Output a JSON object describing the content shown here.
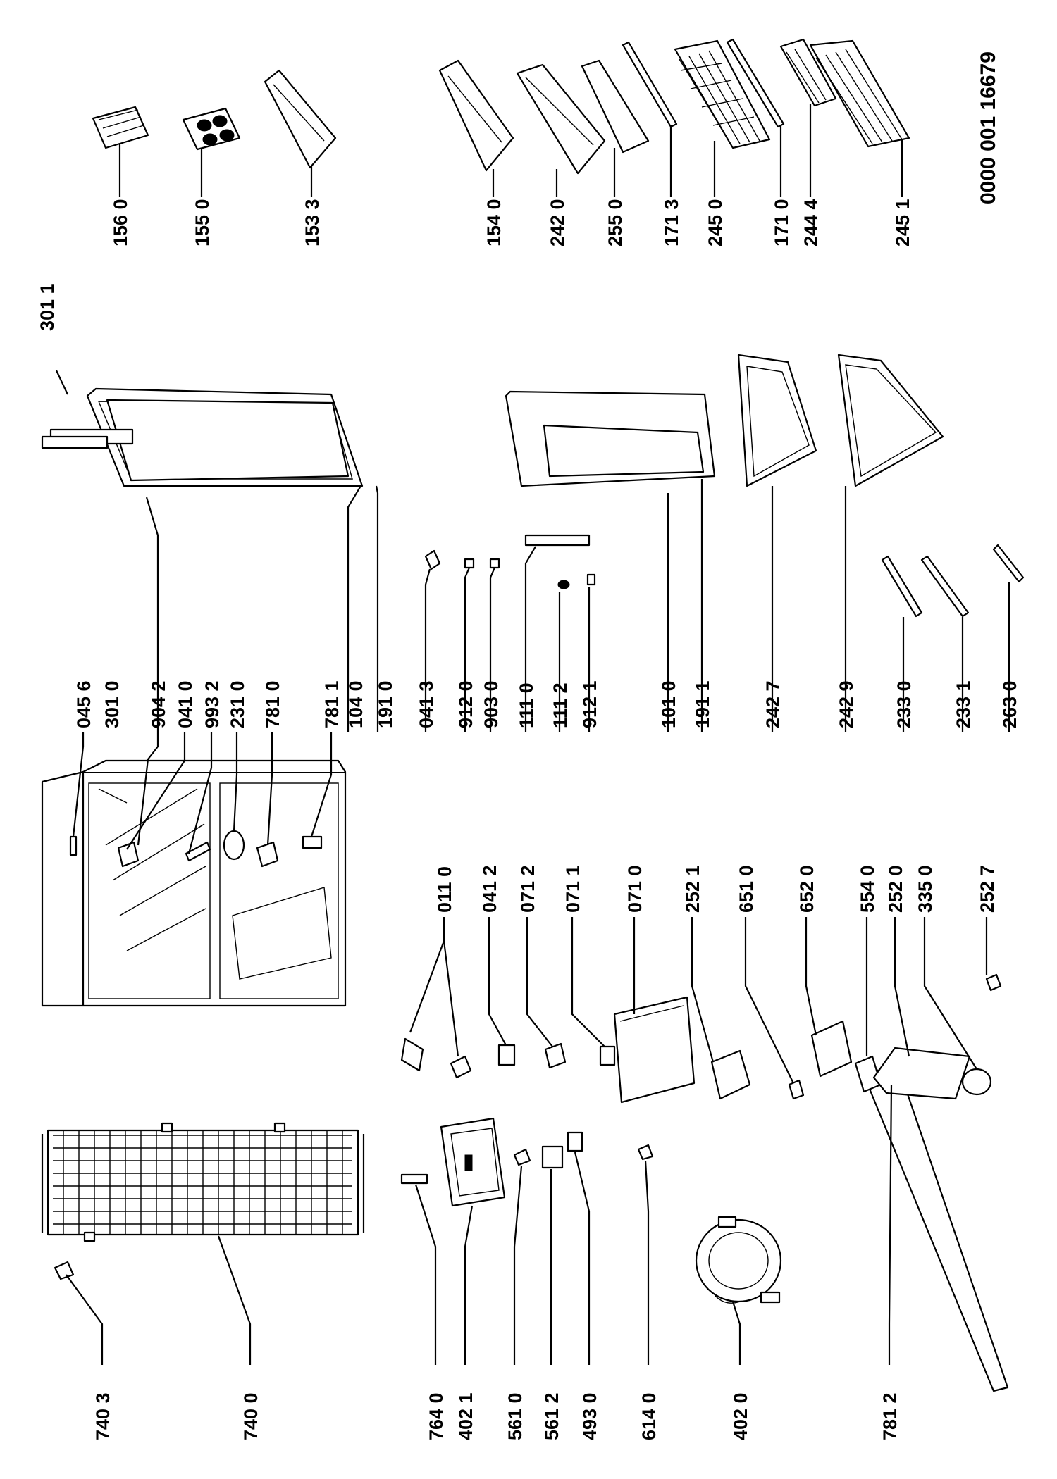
{
  "document": {
    "reference": "0000 001 16679"
  },
  "part_numbers": {
    "p7403": "740 3",
    "p7400": "740 0",
    "p7640": "764 0",
    "p4021": "402 1",
    "p5610": "561 0",
    "p5612": "561 2",
    "p4930": "493 0",
    "p6140": "614 0",
    "p4020": "402 0",
    "p7812": "781 2",
    "p0110": "011 0",
    "p0412": "041 2",
    "p0712": "071 2",
    "p0711": "071 1",
    "p0710": "071 0",
    "p2521": "252 1",
    "p6510": "651 0",
    "p6520": "652 0",
    "p5540": "554 0",
    "p2520": "252 0",
    "p3350": "335 0",
    "p2527": "252 7",
    "p0456": "045 6",
    "p3010": "301 0",
    "p9042": "904 2",
    "p0410": "041 0",
    "p9932": "993 2",
    "p2310": "231 0",
    "p7810": "781 0",
    "p7811": "781 1",
    "p1040": "104 0",
    "p1910": "191 0",
    "p3011": "301 1",
    "p0413": "041 3",
    "p9120": "912 0",
    "p9030": "903 0",
    "p1110": "111 0",
    "p1112": "111 2",
    "p9121": "912 1",
    "p1010": "101 0",
    "p1911": "191 1",
    "p2427": "242 7",
    "p2429": "242 9",
    "p2330": "233 0",
    "p2331": "233 1",
    "p2630": "263 0",
    "p1560": "156 0",
    "p1550": "155 0",
    "p1533": "153 3",
    "p1540": "154 0",
    "p2420": "242 0",
    "p2550": "255 0",
    "p1713": "171 3",
    "p2450": "245 0",
    "p1710": "171 0",
    "p2444": "244 4",
    "p2451": "245 1"
  }
}
